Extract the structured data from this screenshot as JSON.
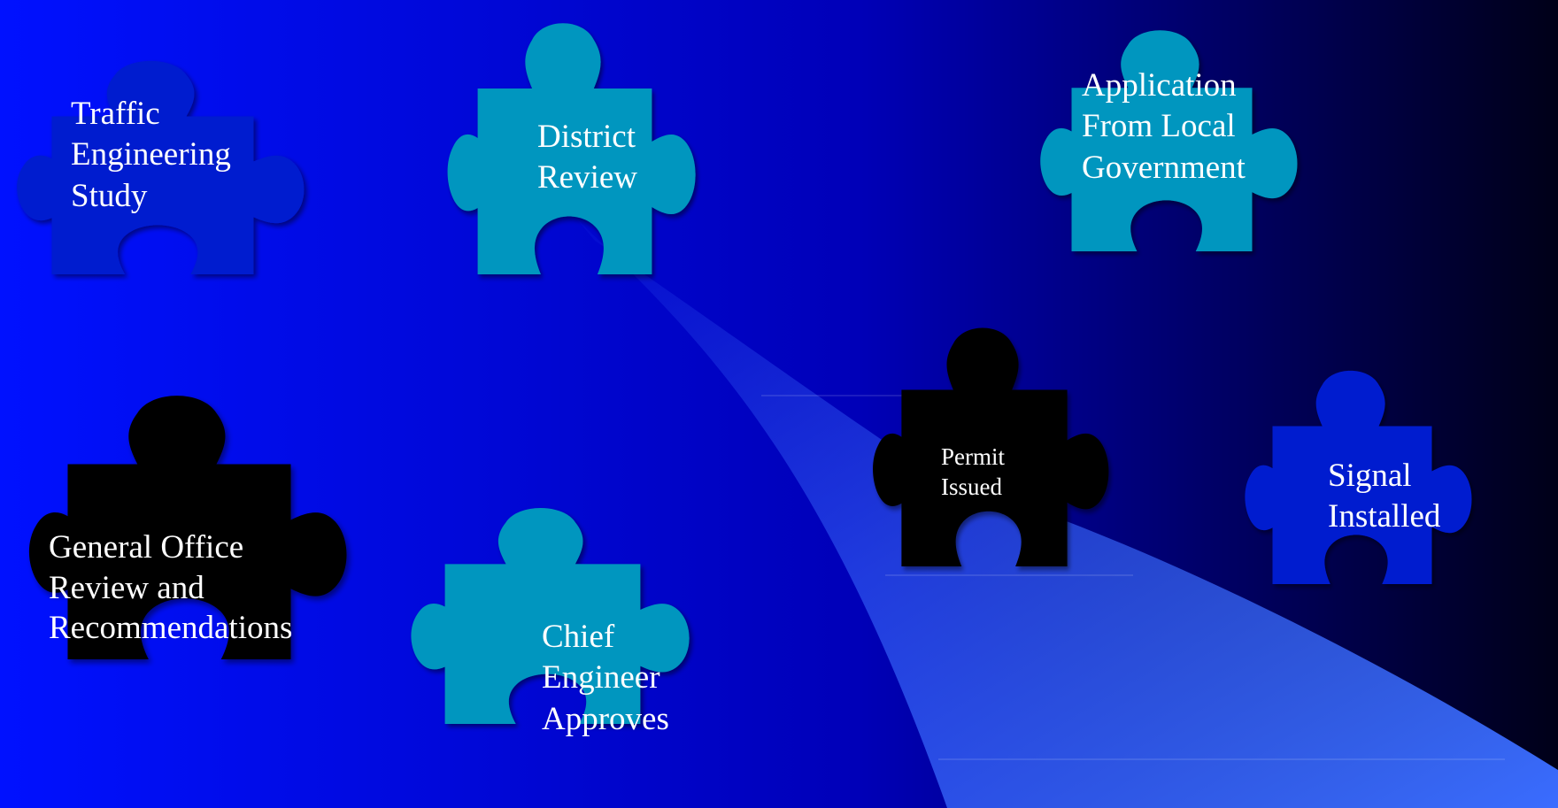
{
  "colors": {
    "background_left": "#0011ff",
    "background_mid": "#0000b8",
    "background_right": "#000018",
    "piece_cyan": "#0096bf",
    "piece_navy": "#001bcf",
    "piece_black": "#000000",
    "beam": "#3a6cff",
    "label_text": "#ffffff"
  },
  "pieces": [
    {
      "id": "traffic",
      "fill_key": "piece_navy",
      "lines": [
        "Traffic",
        "Engineering",
        "Study"
      ]
    },
    {
      "id": "district",
      "fill_key": "piece_cyan",
      "lines": [
        "District",
        "Review"
      ]
    },
    {
      "id": "application",
      "fill_key": "piece_cyan",
      "lines": [
        "Application",
        "From Local",
        "Government"
      ]
    },
    {
      "id": "permit",
      "fill_key": "piece_black",
      "lines": [
        "Permit",
        "Issued"
      ]
    },
    {
      "id": "signal",
      "fill_key": "piece_navy",
      "lines": [
        "Signal",
        "Installed"
      ]
    },
    {
      "id": "general",
      "fill_key": "piece_black",
      "lines": [
        "General Office",
        "Review and",
        "Recommendations"
      ]
    },
    {
      "id": "chief",
      "fill_key": "piece_cyan",
      "lines": [
        "Chief",
        "Engineer",
        "Approves"
      ]
    }
  ]
}
